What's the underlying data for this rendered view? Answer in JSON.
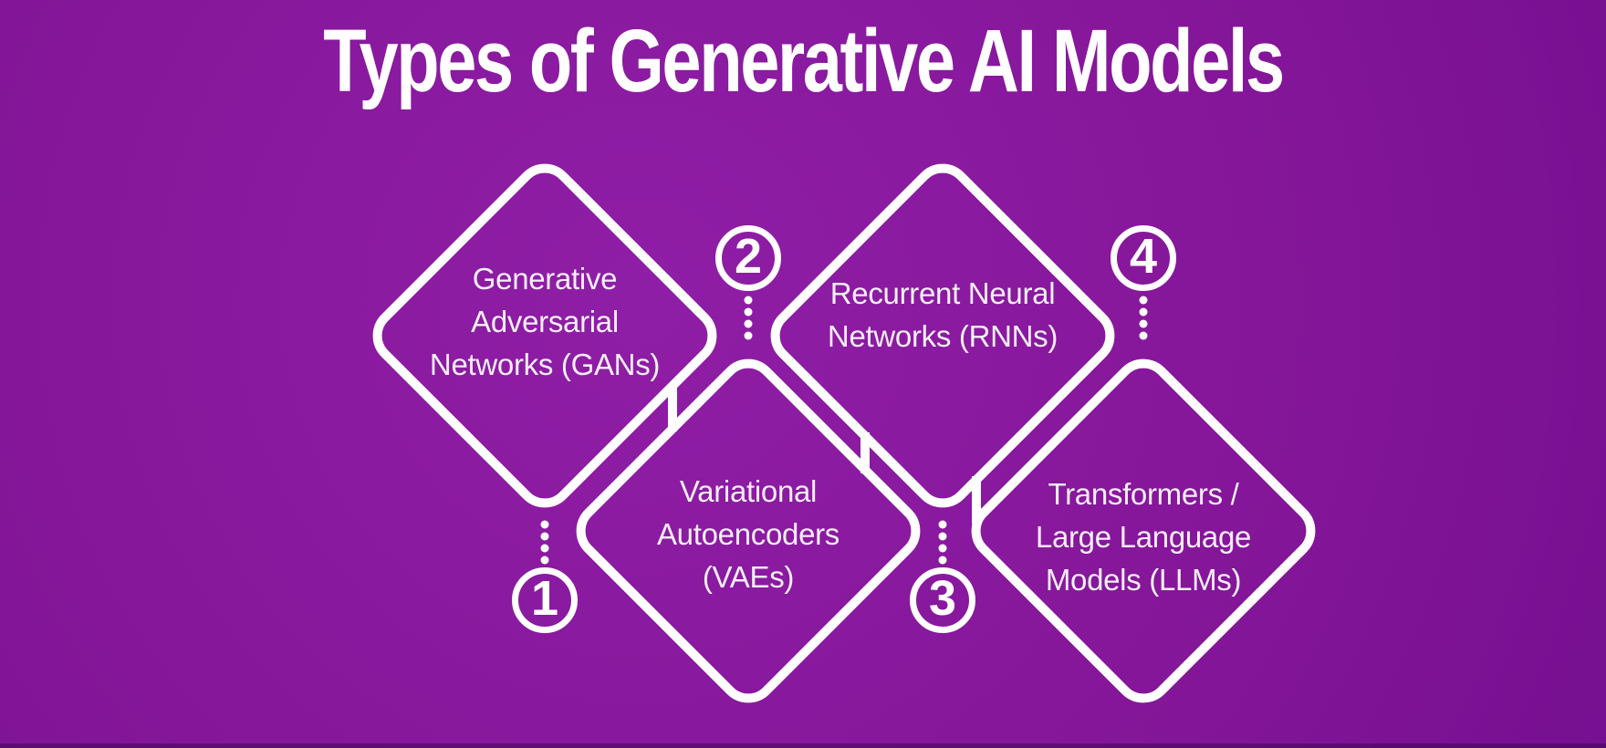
{
  "title": "Types of Generative AI Models",
  "colors": {
    "background_center": "#8f1ea6",
    "background_mid": "#851699",
    "background_edge": "#740e90",
    "line_white": "#ffffff",
    "label_text": "#f6eef9"
  },
  "diagram": {
    "items": [
      {
        "number": "1",
        "label": "Generative Adversarial Networks (GANs)",
        "lines": [
          "Generative",
          "Adversarial",
          "Networks (GANs)"
        ]
      },
      {
        "number": "2",
        "label": "Variational Autoencoders (VAEs)",
        "lines": [
          "Variational",
          "Autoencoders",
          "(VAEs)"
        ]
      },
      {
        "number": "3",
        "label": "Recurrent Neural Networks (RNNs)",
        "lines": [
          "Recurrent Neural",
          "Networks (RNNs)"
        ]
      },
      {
        "number": "4",
        "label": "Transformers / Large Language Models (LLMs)",
        "lines": [
          "Transformers /",
          "Large Language",
          "Models (LLMs)"
        ]
      }
    ]
  }
}
